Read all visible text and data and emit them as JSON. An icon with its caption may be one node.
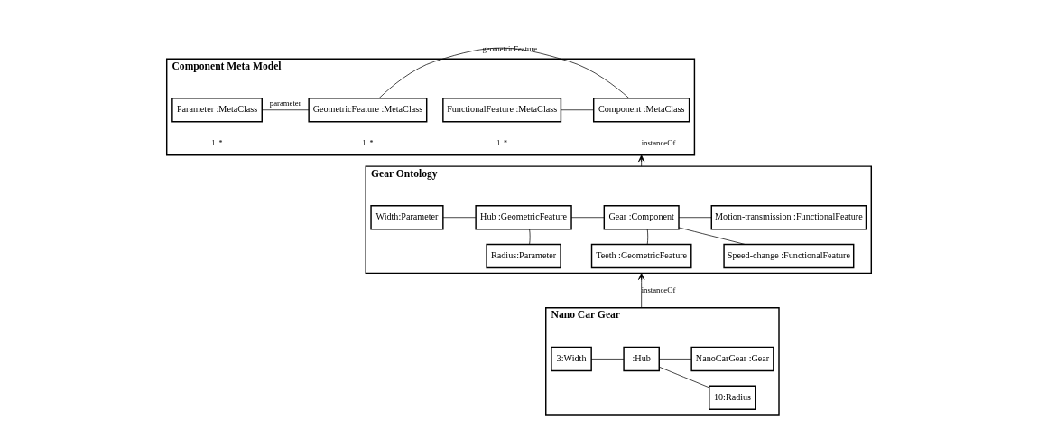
{
  "diagram": {
    "nodes": [
      {
        "text": [
          "Component Meta Model"
        ]
      },
      {
        "text": [
          "FunctionalFeature :MetaClass"
        ],
        "in": 0
      },
      {
        "text": [
          "Component :MetaClass"
        ],
        "in": 0
      },
      {
        "text": [
          "GeometricFeature :MetaClass"
        ],
        "in": 0
      },
      {
        "text": [
          "Parameter :MetaClass"
        ],
        "in": 0
      },
      {
        "text": [
          "Gear Ontology"
        ]
      },
      {
        "text": [
          "Motion-transmission :FunctionalFeature"
        ],
        "in": 5
      },
      {
        "text": [
          "Speed-change :FunctionalFeature"
        ],
        "in": 5
      },
      {
        "text": [
          "Gear :Component"
        ],
        "in": 5
      },
      {
        "text": [
          "Hub :GeometricFeature"
        ],
        "in": 5
      },
      {
        "text": [
          "Teeth :GeometricFeature"
        ],
        "in": 5
      },
      {
        "text": [
          "Width:Parameter"
        ],
        "in": 5
      },
      {
        "text": [
          "Radius:Parameter"
        ],
        "in": 5
      },
      {
        "text": [
          "Nano Car Gear"
        ]
      },
      {
        "text": [
          "NanoCarGear :Gear"
        ],
        "in": 13
      },
      {
        "text": [
          ":Hub"
        ],
        "in": 13
      },
      {
        "text": [
          "3:Width"
        ],
        "in": 13
      },
      {
        "text": [
          "10:Radius"
        ],
        "in": 13
      }
    ],
    "edges": [
      {
        "from": 1,
        "to": 2,
        "arrow": "none"
      },
      {
        "from": 2,
        "to": 3,
        "arrow": "none",
        "label": "geometricFeature"
      },
      {
        "from": 3,
        "to": 4,
        "arrow": "none",
        "label": "parameter"
      },
      {
        "from": 5,
        "to": 0,
        "arrow": "to",
        "label": "instanceOf"
      },
      {
        "from": 6,
        "to": 8,
        "arrow": "none"
      },
      {
        "from": 7,
        "to": 8,
        "arrow": "none"
      },
      {
        "from": 8,
        "to": 9,
        "arrow": "none"
      },
      {
        "from": 8,
        "to": 10,
        "arrow": "none"
      },
      {
        "from": 9,
        "to": 11,
        "arrow": "none"
      },
      {
        "from": 9,
        "to": 12,
        "arrow": "none"
      },
      {
        "from": 13,
        "to": 5,
        "arrow": "to",
        "label": "instanceOf"
      },
      {
        "from": 14,
        "to": 15,
        "arrow": "none"
      },
      {
        "from": 15,
        "to": 16,
        "arrow": "none"
      },
      {
        "from": 15,
        "to": 17,
        "arrow": "none"
      }
    ],
    "labels": [
      "1..*",
      "1..*",
      "1..*"
    ]
  }
}
